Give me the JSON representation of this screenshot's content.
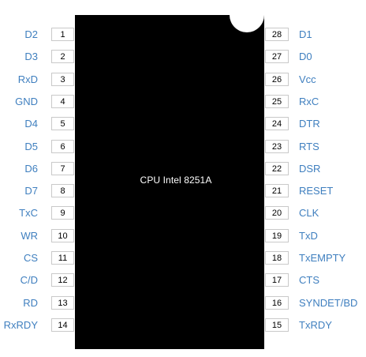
{
  "chip": {
    "label": "CPU Intel 8251A"
  },
  "pins_left": [
    {
      "number": "1",
      "name": "D2"
    },
    {
      "number": "2",
      "name": "D3"
    },
    {
      "number": "3",
      "name": "RxD"
    },
    {
      "number": "4",
      "name": "GND"
    },
    {
      "number": "5",
      "name": "D4"
    },
    {
      "number": "6",
      "name": "D5"
    },
    {
      "number": "7",
      "name": "D6"
    },
    {
      "number": "8",
      "name": "D7"
    },
    {
      "number": "9",
      "name": "TxC"
    },
    {
      "number": "10",
      "name": "WR"
    },
    {
      "number": "11",
      "name": "CS"
    },
    {
      "number": "12",
      "name": "C/D"
    },
    {
      "number": "13",
      "name": "RD"
    },
    {
      "number": "14",
      "name": "RxRDY"
    }
  ],
  "pins_right": [
    {
      "number": "28",
      "name": "D1"
    },
    {
      "number": "27",
      "name": "D0"
    },
    {
      "number": "26",
      "name": "Vcc"
    },
    {
      "number": "25",
      "name": "RxC"
    },
    {
      "number": "24",
      "name": "DTR"
    },
    {
      "number": "23",
      "name": "RTS"
    },
    {
      "number": "22",
      "name": "DSR"
    },
    {
      "number": "21",
      "name": "RESET"
    },
    {
      "number": "20",
      "name": "CLK"
    },
    {
      "number": "19",
      "name": "TxD"
    },
    {
      "number": "18",
      "name": "TxEMPTY"
    },
    {
      "number": "17",
      "name": "CTS"
    },
    {
      "number": "16",
      "name": "SYNDET/BD"
    },
    {
      "number": "15",
      "name": "TxRDY"
    }
  ],
  "colors": {
    "chip_body": "#000000",
    "pin_label": "#3f7fbf",
    "pin_box_border": "#c9c9c9"
  }
}
